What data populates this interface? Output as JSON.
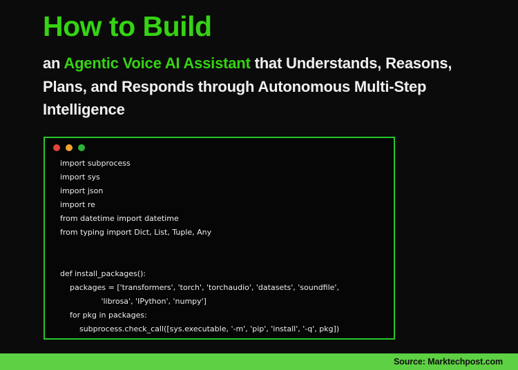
{
  "header": {
    "title": "How to Build",
    "subtitle_prefix": "an ",
    "subtitle_highlight": "Agentic Voice AI Assistant",
    "subtitle_rest": " that Understands, Reasons, Plans, and Responds through Autonomous Multi-Step Intelligence"
  },
  "code_window": {
    "window_controls": [
      "close",
      "minimize",
      "maximize"
    ],
    "lines": [
      "import subprocess",
      "import sys",
      "import json",
      "import re",
      "from datetime import datetime",
      "from typing import Dict, List, Tuple, Any",
      "",
      "",
      "def install_packages():",
      "    packages = ['transformers', 'torch', 'torchaudio', 'datasets', 'soundfile',",
      "                 'librosa', 'IPython', 'numpy']",
      "    for pkg in packages:",
      "        subprocess.check_call([sys.executable, '-m', 'pip', 'install', '-q', pkg])"
    ]
  },
  "footer": {
    "source_label": "Source: Marktechpost.com"
  },
  "colors": {
    "accent_green": "#35d313",
    "border_green": "#27c82a",
    "footer_green": "#5ed043",
    "traffic_red": "#e2443a",
    "traffic_yellow": "#efa22e",
    "traffic_green": "#2db438",
    "background": "#0b0b0c",
    "text_white": "#f0f0ee"
  }
}
